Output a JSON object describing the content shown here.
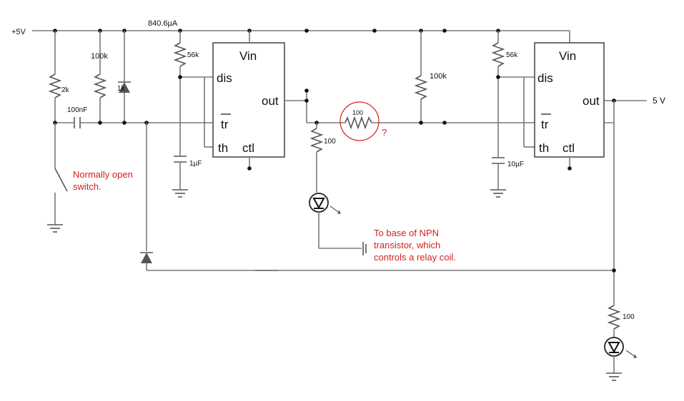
{
  "supply": {
    "label": "+5V",
    "current": "840.6µA"
  },
  "output_label": "5 V",
  "resistors": {
    "r1": "2k",
    "r2": "100k",
    "r3": "1k",
    "r4": "56k",
    "r5": "100k",
    "r6": "56k",
    "r7": "100",
    "r_mid": "100",
    "r_out": "100"
  },
  "capacitors": {
    "c_in": "100nF",
    "c1": "1µF",
    "c2": "10µF"
  },
  "timer1": {
    "vin": "Vin",
    "dis": "dis",
    "out": "out",
    "tr": "tr",
    "th": "th",
    "ctl": "ctl"
  },
  "timer2": {
    "vin": "Vin",
    "dis": "dis",
    "out": "out",
    "tr": "tr",
    "th": "th",
    "ctl": "ctl"
  },
  "annotations": {
    "switch_note_1": "Normally open",
    "switch_note_2": "switch.",
    "question": "?",
    "base_note_1": "To base of NPN",
    "base_note_2": "transistor, which",
    "base_note_3": "controls a relay coil."
  },
  "colors": {
    "wire": "#7a7a7a",
    "annotation": "#d42020",
    "highlight_circle": "#d42020"
  }
}
